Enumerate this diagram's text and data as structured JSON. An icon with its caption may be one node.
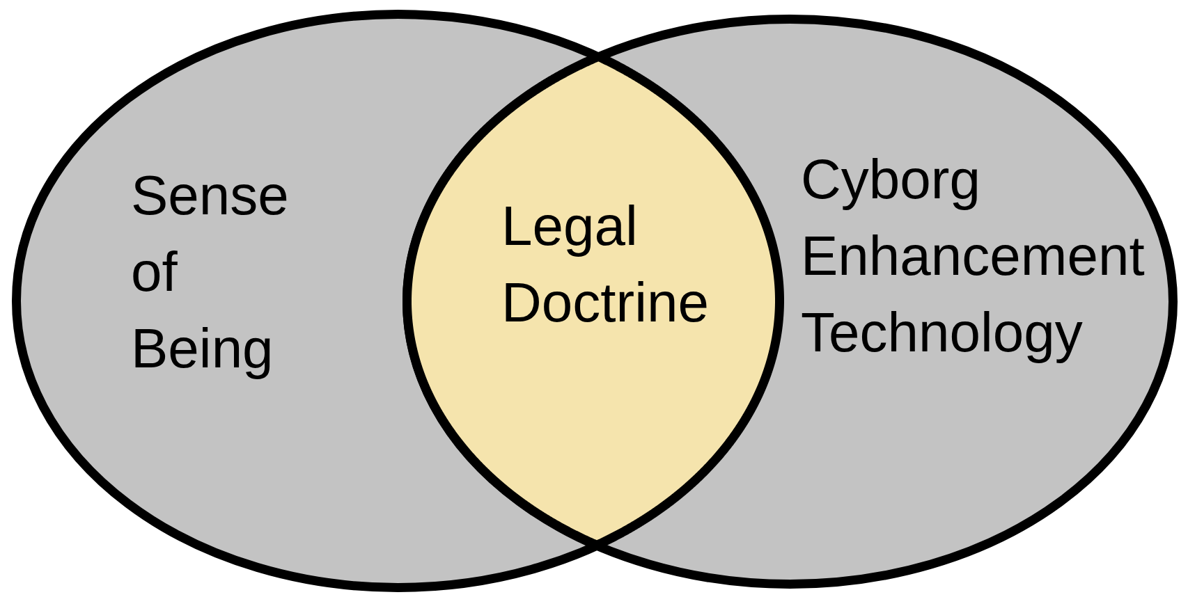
{
  "diagram": {
    "nodes": [
      {
        "text": [
          "Sense of Being"
        ]
      },
      {
        "text": [
          "Cyborg Enhancement Technology"
        ]
      },
      {
        "text": [
          "Legal Doctrine"
        ]
      }
    ]
  }
}
